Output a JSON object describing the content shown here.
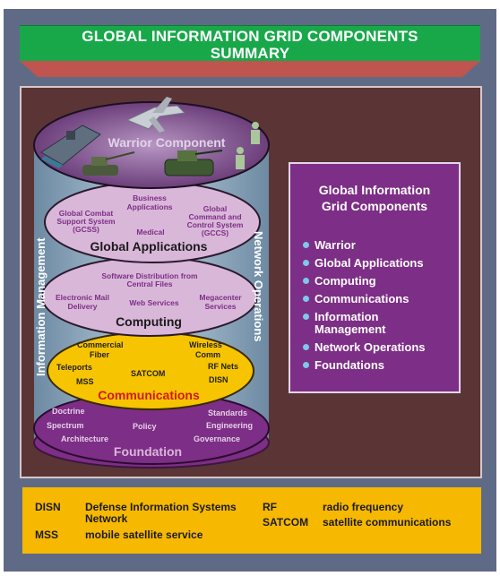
{
  "title": {
    "line1": "GLOBAL INFORMATION GRID COMPONENTS",
    "line2": "SUMMARY"
  },
  "side_labels": {
    "left": "Information Management",
    "right": "Network Operations"
  },
  "layers": {
    "warrior": {
      "title": "Warrior Component"
    },
    "global_applications": {
      "title": "Global Applications",
      "items": [
        "Business",
        "Applications",
        "Global Combat",
        "Support System",
        "(GCSS)",
        "Medical",
        "Global",
        "Command and",
        "Control System",
        "(GCCS)"
      ]
    },
    "computing": {
      "title": "Computing",
      "items": [
        "Software Distribution from",
        "Central Files",
        "Electronic Mail",
        "Delivery",
        "Web Services",
        "Megacenter",
        "Services"
      ]
    },
    "communications": {
      "title": "Communications",
      "items": [
        "Commercial",
        "Fiber",
        "Wireless",
        "Comm",
        "Teleports",
        "SATCOM",
        "RF Nets",
        "MSS",
        "DISN"
      ]
    },
    "foundation": {
      "title": "Foundation",
      "items": [
        "Doctrine",
        "Spectrum",
        "Policy",
        "Standards",
        "Engineering",
        "Architecture",
        "Governance"
      ]
    }
  },
  "legend": {
    "title_line1": "Global Information",
    "title_line2": "Grid Components",
    "items": [
      "Warrior",
      "Global Applications",
      "Computing",
      "Communications",
      "Information",
      "Management",
      "Network Operations",
      "Foundations"
    ]
  },
  "glossary": {
    "disn_abbr": "DISN",
    "disn_def_line1": "Defense Information Systems",
    "disn_def_line2": "Network",
    "mss_abbr": "MSS",
    "mss_def": "mobile satellite service",
    "rf_abbr": "RF",
    "rf_def": "radio frequency",
    "satcom_abbr": "SATCOM",
    "satcom_def": "satellite communications"
  },
  "colors": {
    "background": "#5f6b86",
    "title_bar": "#18a84a",
    "panel": "#5b3436",
    "purple": "#7d2e86",
    "light_purple": "#d9b7d9",
    "communications": "#f6c400",
    "communications_title": "#d2191a",
    "cylinder": "#9fb6c8",
    "glossary": "#f6b800"
  },
  "icons": [
    "fighter-jet-icon",
    "aircraft-carrier-icon",
    "tank-icon",
    "armored-vehicle-icon",
    "soldier-icon"
  ]
}
